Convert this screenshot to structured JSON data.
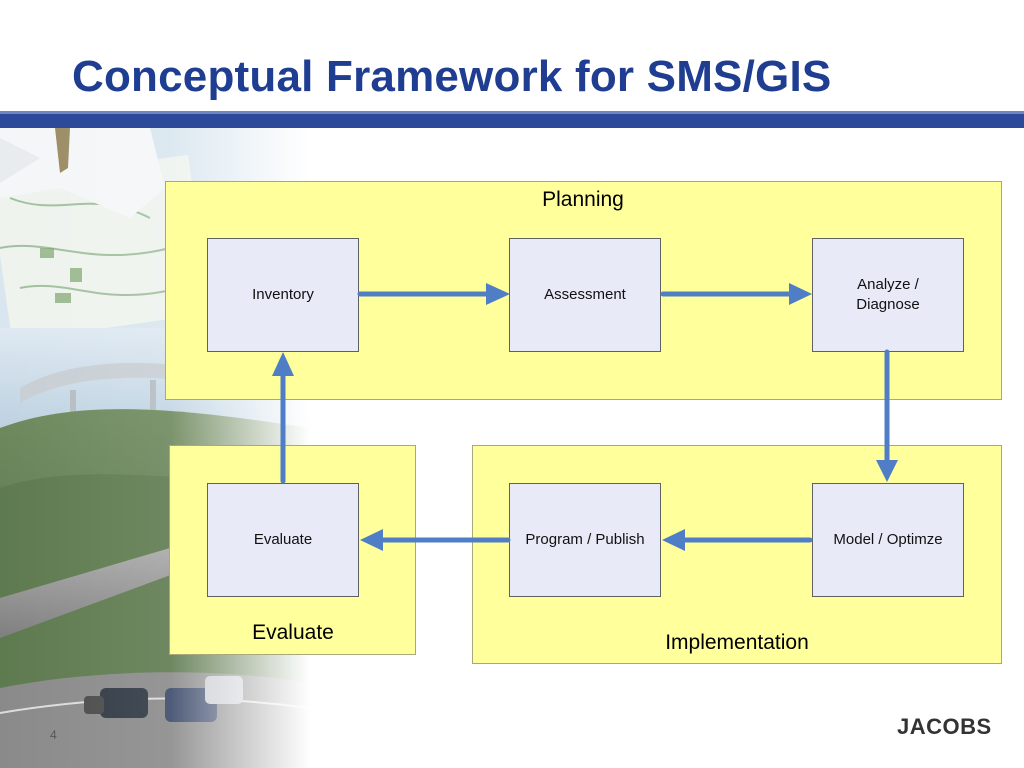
{
  "slide": {
    "title": "Conceptual Framework for SMS/GIS",
    "page_number": "4",
    "logo_text": "JACOBS"
  },
  "regions": {
    "planning": "Planning",
    "evaluate": "Evaluate",
    "implementation": "Implementation"
  },
  "nodes": {
    "inventory": "Inventory",
    "assessment": "Assessment",
    "analyze": "Analyze / Diagnose",
    "evaluate": "Evaluate",
    "program": "Program / Publish",
    "model": "Model / Optimze"
  },
  "colors": {
    "title": "#1f3d91",
    "region_fill": "#ffff9c",
    "node_fill": "#e8ebf7",
    "arrow": "#4f7ec6"
  },
  "flow": [
    [
      "Inventory",
      "Assessment"
    ],
    [
      "Assessment",
      "Analyze / Diagnose"
    ],
    [
      "Analyze / Diagnose",
      "Model / Optimze"
    ],
    [
      "Model / Optimze",
      "Program / Publish"
    ],
    [
      "Program / Publish",
      "Evaluate"
    ],
    [
      "Evaluate",
      "Inventory"
    ]
  ]
}
